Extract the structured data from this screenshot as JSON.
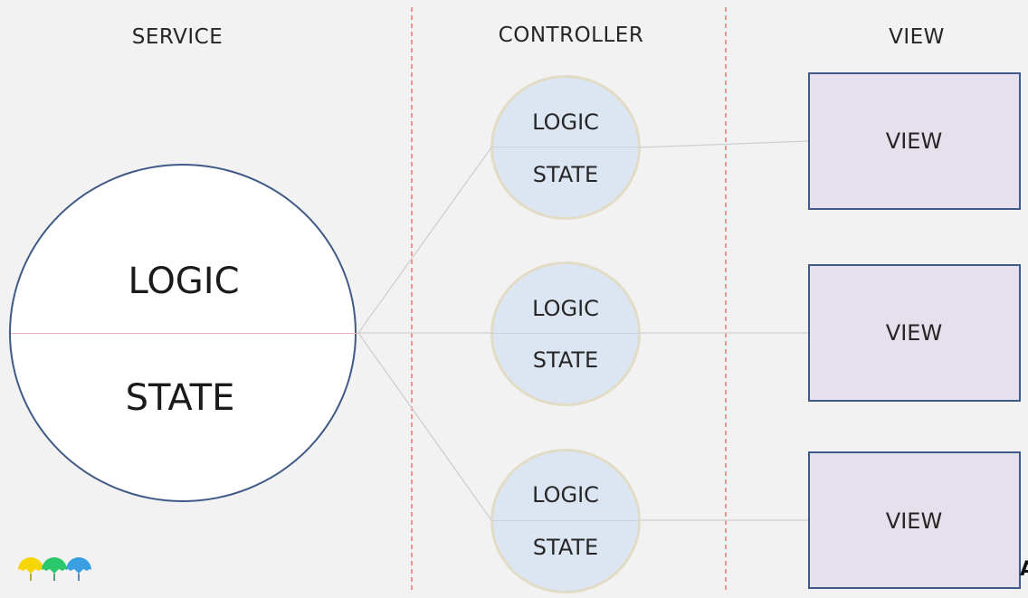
{
  "columns": {
    "service": "SERVICE",
    "controller": "CONTROLLER",
    "view": "VIEW"
  },
  "service": {
    "logic": "LOGIC",
    "state": "STATE"
  },
  "controllers": [
    {
      "logic": "LOGIC",
      "state": "STATE"
    },
    {
      "logic": "LOGIC",
      "state": "STATE"
    },
    {
      "logic": "LOGIC",
      "state": "STATE"
    }
  ],
  "views": [
    {
      "label": "VIEW"
    },
    {
      "label": "VIEW"
    },
    {
      "label": "VIEW"
    }
  ],
  "colors": {
    "background": "#f2f2f2",
    "separator": "#e05a5a",
    "connector": "#cfcfcf",
    "outline": "#3f5a86",
    "controller_fill": "#dce5f2",
    "view_fill": "#e6dfec"
  },
  "logo": {
    "icon": "brand-umbrella-logo",
    "colors": [
      "#f6d500",
      "#2bc86b",
      "#3a9fe0"
    ]
  },
  "edge_glyph": "A"
}
